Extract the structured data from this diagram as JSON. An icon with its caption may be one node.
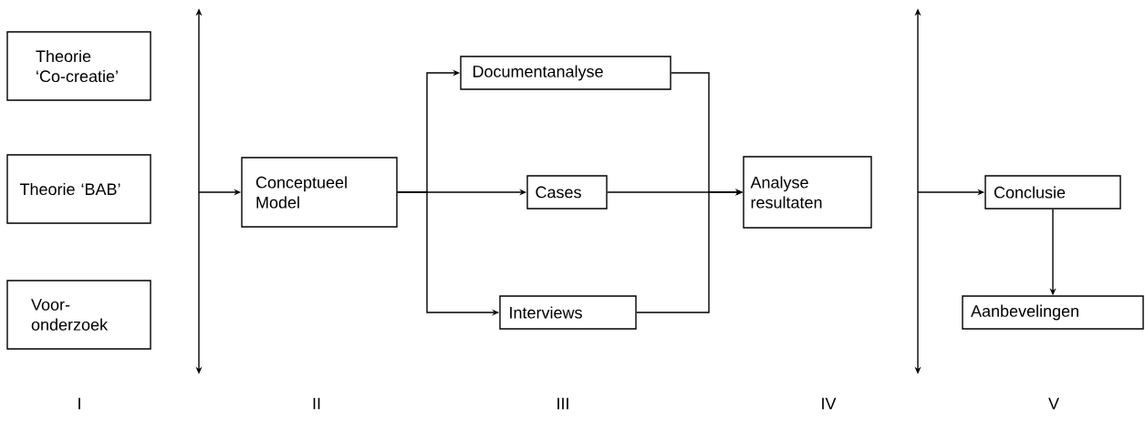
{
  "diagram": {
    "nodes": [
      {
        "text": [
          "Theorie ‘Co-creatie’"
        ]
      },
      {
        "text": [
          "Theorie ‘BAB’"
        ]
      },
      {
        "text": [
          "Voor-onderzoek"
        ]
      },
      {
        "text": [],
        "shape": "bar"
      },
      {
        "text": [
          "Conceptueel Model"
        ]
      },
      {
        "text": [
          "Documentanalyse"
        ]
      },
      {
        "text": [
          "Cases"
        ]
      },
      {
        "text": [
          "Interviews"
        ]
      },
      {
        "text": [
          "Analyse resultaten"
        ]
      },
      {
        "text": [],
        "shape": "bar"
      },
      {
        "text": [
          "Conclusie"
        ]
      },
      {
        "text": [
          "Aanbevelingen"
        ]
      }
    ],
    "edges": [
      {
        "from": 3,
        "to": 4,
        "arrow": "to"
      },
      {
        "from": 4,
        "to": 5,
        "arrow": "to"
      },
      {
        "from": 4,
        "to": 6,
        "arrow": "to"
      },
      {
        "from": 4,
        "to": 7,
        "arrow": "to"
      },
      {
        "from": 5,
        "to": 8,
        "arrow": "to"
      },
      {
        "from": 6,
        "to": 8,
        "arrow": "to"
      },
      {
        "from": 7,
        "to": 8,
        "arrow": "to"
      },
      {
        "from": 9,
        "to": 10,
        "arrow": "to"
      },
      {
        "from": 10,
        "to": 11,
        "arrow": "to"
      }
    ],
    "labels": [
      "I",
      "II",
      "III",
      "IV",
      "V"
    ]
  }
}
